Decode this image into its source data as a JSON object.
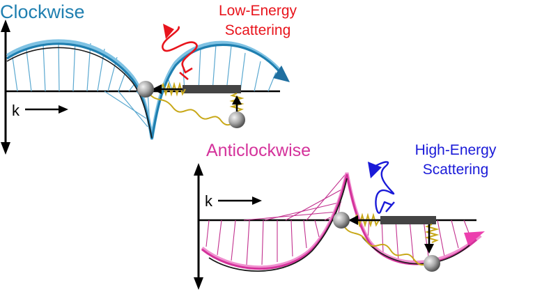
{
  "panels": {
    "clockwise": {
      "title": "Clockwise",
      "k_label": "k",
      "scatter_line1": "Low-Energy",
      "scatter_line2": "Scattering"
    },
    "anticlockwise": {
      "title": "Anticlockwise",
      "k_label": "k",
      "scatter_line1": "High-Energy",
      "scatter_line2": "Scattering"
    }
  },
  "colors": {
    "clockwise": "#1f7fb0",
    "clockwise_light": "#6bb3d6",
    "low_energy": "#e8141c",
    "anticlockwise": "#d4339b",
    "anticlockwise_light": "#e58ac7",
    "high_energy": "#1a1ad8",
    "axis": "#000000",
    "spring": "#c8a818",
    "rod": "#404040",
    "ball": "#a8a8a8"
  }
}
